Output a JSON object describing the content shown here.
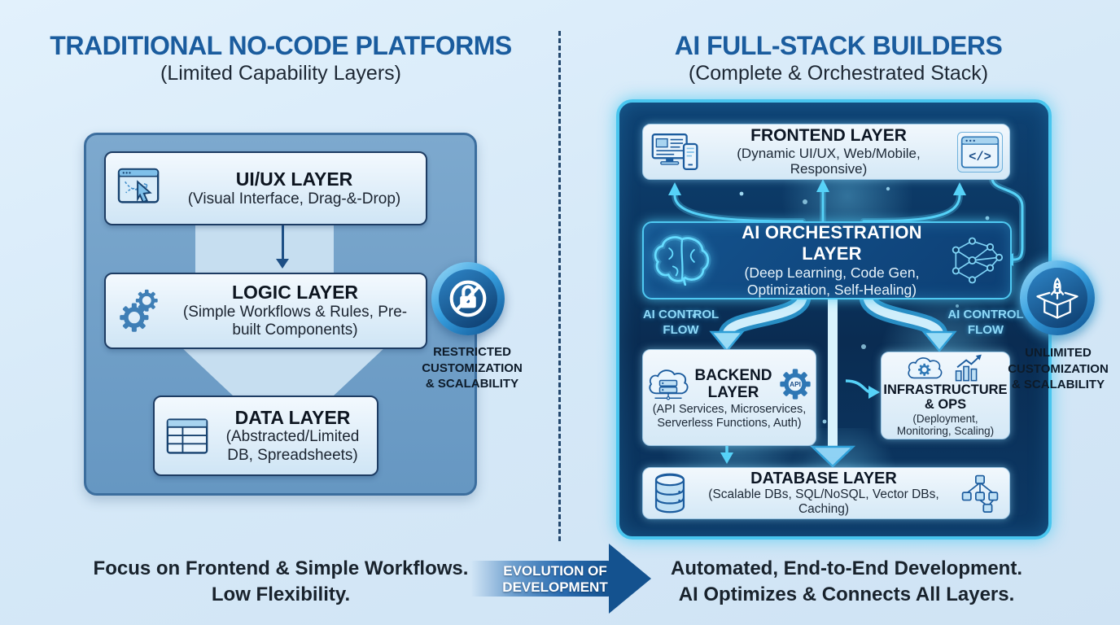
{
  "colors": {
    "title_blue": "#1a5c9e",
    "accent_cyan": "#49c6ef",
    "panel_navy": "#0a2c52",
    "left_box_blue": "#6e9ec9",
    "card_light": "#e9f4fc"
  },
  "left": {
    "title": "TRADITIONAL NO-CODE PLATFORMS",
    "subtitle": "(Limited Capability Layers)",
    "layers": [
      {
        "title": "UI/UX LAYER",
        "subtitle": "(Visual Interface, Drag-&-Drop)",
        "icon": "browser-cursor-icon"
      },
      {
        "title": "LOGIC LAYER",
        "subtitle": "(Simple Workflows & Rules, Pre-built Components)",
        "icon": "gears-icon"
      },
      {
        "title": "DATA LAYER",
        "subtitle": "(Abstracted/Limited DB, Spreadsheets)",
        "icon": "spreadsheet-icon"
      }
    ],
    "badge": {
      "icon": "lock-slash-icon",
      "lines": [
        "RESTRICTED",
        "CUSTOMIZATION",
        "& SCALABILITY"
      ]
    },
    "footer_lines": [
      "Focus on Frontend & Simple Workflows.",
      "Low Flexibility."
    ]
  },
  "center": {
    "arrow_lines": [
      "EVOLUTION OF",
      "DEVELOPMENT"
    ]
  },
  "right": {
    "title": "AI FULL-STACK BUILDERS",
    "subtitle": "(Complete & Orchestrated Stack)",
    "frontend": {
      "title": "FRONTEND LAYER",
      "subtitle": "(Dynamic UI/UX, Web/Mobile, Responsive)",
      "icon_left": "monitor-phone-icon",
      "icon_right": "code-window-icon",
      "code_glyph": "</>"
    },
    "orchestration": {
      "title": "AI ORCHESTRATION LAYER",
      "subtitle_lines": [
        "(Deep Learning, Code Gen,",
        "Optimization, Self-Healing)"
      ],
      "icon_left": "brain-icon",
      "icon_right": "neural-network-icon"
    },
    "control_flow_label": "AI CONTROL FLOW",
    "backend": {
      "title_lines": [
        "BACKEND",
        "LAYER"
      ],
      "subtitle_lines": [
        "(API Services, Microservices,",
        "Serverless Functions, Auth)"
      ],
      "icon_left": "cloud-server-icon",
      "icon_right": "api-gear-icon",
      "api_label": "API"
    },
    "infrastructure": {
      "title_lines": [
        "INFRASTRUCTURE",
        "& OPS"
      ],
      "subtitle_lines": [
        "(Deployment,",
        "Monitoring, Scaling)"
      ],
      "icons": [
        "cloud-gear-icon",
        "bar-chart-icon"
      ]
    },
    "database": {
      "title": "DATABASE LAYER",
      "subtitle": "(Scalable DBs, SQL/NoSQL, Vector DBs, Caching)",
      "icon_left": "database-icon",
      "icon_right": "tree-nodes-icon"
    },
    "badge": {
      "icon": "box-rocket-icon",
      "lines": [
        "UNLIMITED",
        "CUSTOMIZATION",
        "& SCALABILITY"
      ]
    },
    "footer_lines": [
      "Automated, End-to-End Development.",
      "AI Optimizes & Connects All Layers."
    ]
  }
}
